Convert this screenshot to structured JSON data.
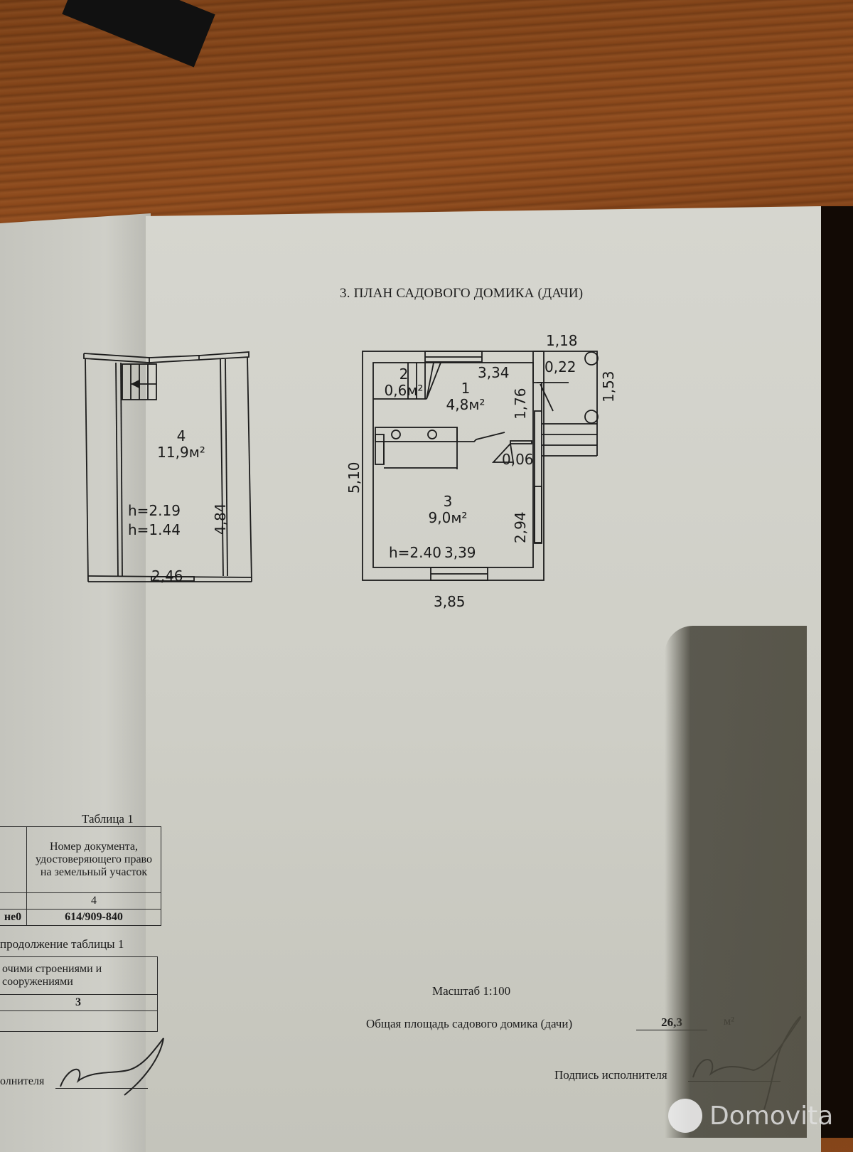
{
  "document": {
    "section_title": "3. ПЛАН САДОВОГО ДОМИКА (ДАЧИ)",
    "upper_floor": {
      "room_number": "4",
      "room_area": "11,9м²",
      "height_1": "h=2.19",
      "height_2": "h=1.44",
      "dim_width": "2,46",
      "dim_length": "4,84"
    },
    "ground_floor": {
      "rooms": [
        {
          "number": "1",
          "area": "4,8м²"
        },
        {
          "number": "2",
          "area": "0,6м²"
        },
        {
          "number": "3",
          "area": "9,0м²",
          "height": "h=2.40"
        }
      ],
      "dimensions": {
        "porch_width": "1,18",
        "porch_depth": "1,53",
        "wall_offset": "0,22",
        "room1_width": "3,34",
        "room1_depth": "1,76",
        "step": "0,06",
        "overall_length": "5,10",
        "room3_depth": "2,94",
        "room3_width": "3,39",
        "overall_width": "3,85"
      }
    },
    "table": {
      "caption": "Таблица 1",
      "header_doc_number": "Номер документа, удостоверяющего право на земельный участок",
      "column_index": "4",
      "row_left_fragment": "не0",
      "doc_number_value": "614/909-840",
      "continuation": "продолжение таблицы 1",
      "continuation_header": "очими строениями и сооружениями",
      "continuation_index": "3"
    },
    "footer": {
      "scale": "Масштаб 1:100",
      "total_area_label": "Общая площадь садового домика (дачи)",
      "total_area_value": "26,3",
      "total_area_unit": "м²",
      "signature_label": "Подпись исполнителя",
      "signature_label_left": "олнителя"
    },
    "watermark": {
      "brand": "Domovita",
      "icon": "domovita-logo-dot-icon"
    }
  }
}
